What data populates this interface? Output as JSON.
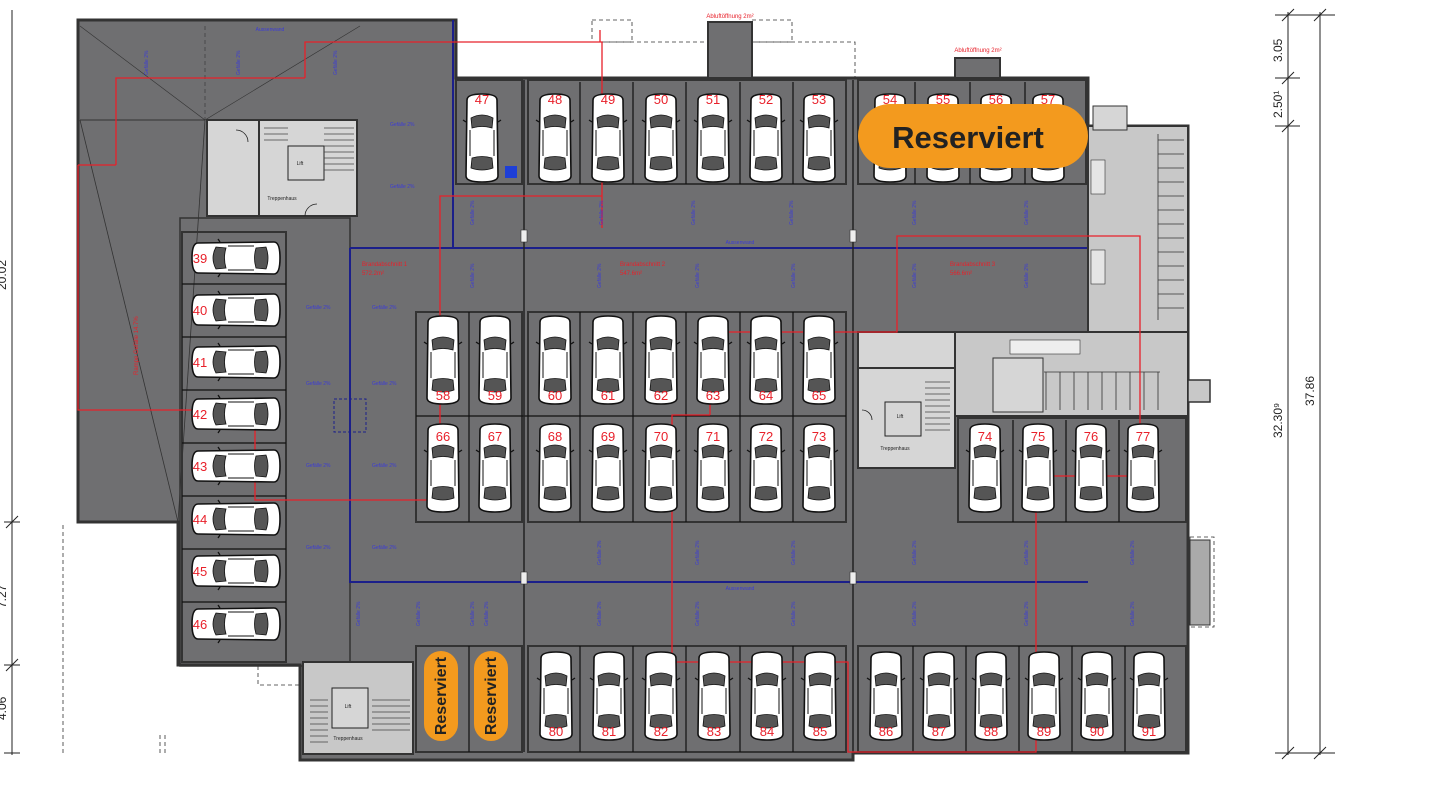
{
  "colors": {
    "floor": "#6f6f71",
    "wall": "#3a3a3a",
    "reserved": "#f39a1e",
    "number": "#e8202a",
    "blue_line": "#1b1f8a",
    "room": "#d6d6d6"
  },
  "labels": {
    "reserved": "Reserviert",
    "fire_section_1": "Brandabschnitt 1",
    "fire_section_1_area": "572.2m²",
    "fire_section_2": "Brandabschnitt 2",
    "fire_section_2_area": "547.6m²",
    "fire_section_3": "Brandabschnitt 3",
    "fire_section_3_area": "566.6m²",
    "ramp": "Rampe Gefälle 14.7%",
    "stair": "Treppenhaus",
    "lift": "Lift",
    "slope": "Gefälle 2%",
    "extraction": "Abluftöffnung 2m²",
    "outer_wall": "Aussenwand"
  },
  "dimensions": {
    "right_top": "3.05",
    "right_mid": "2.50¹",
    "right_total_a": "32.30⁹",
    "right_total_b": "37.86",
    "left_a": "20.02",
    "left_b": "7.27",
    "left_c": "4.06"
  },
  "spaces": {
    "row_47_57": [
      "47",
      "48",
      "49",
      "50",
      "51",
      "52",
      "53",
      "54",
      "55",
      "56",
      "57"
    ],
    "left_column": [
      "39",
      "40",
      "41",
      "42",
      "43",
      "44",
      "45",
      "46"
    ],
    "row_58_65": [
      "58",
      "59",
      "60",
      "61",
      "62",
      "63",
      "64",
      "65"
    ],
    "row_66_73": [
      "66",
      "67",
      "68",
      "69",
      "70",
      "71",
      "72",
      "73"
    ],
    "row_74_77": [
      "74",
      "75",
      "76",
      "77"
    ],
    "row_80_91": [
      "80",
      "81",
      "82",
      "83",
      "84",
      "85",
      "86",
      "87",
      "88",
      "89",
      "90",
      "91"
    ]
  }
}
